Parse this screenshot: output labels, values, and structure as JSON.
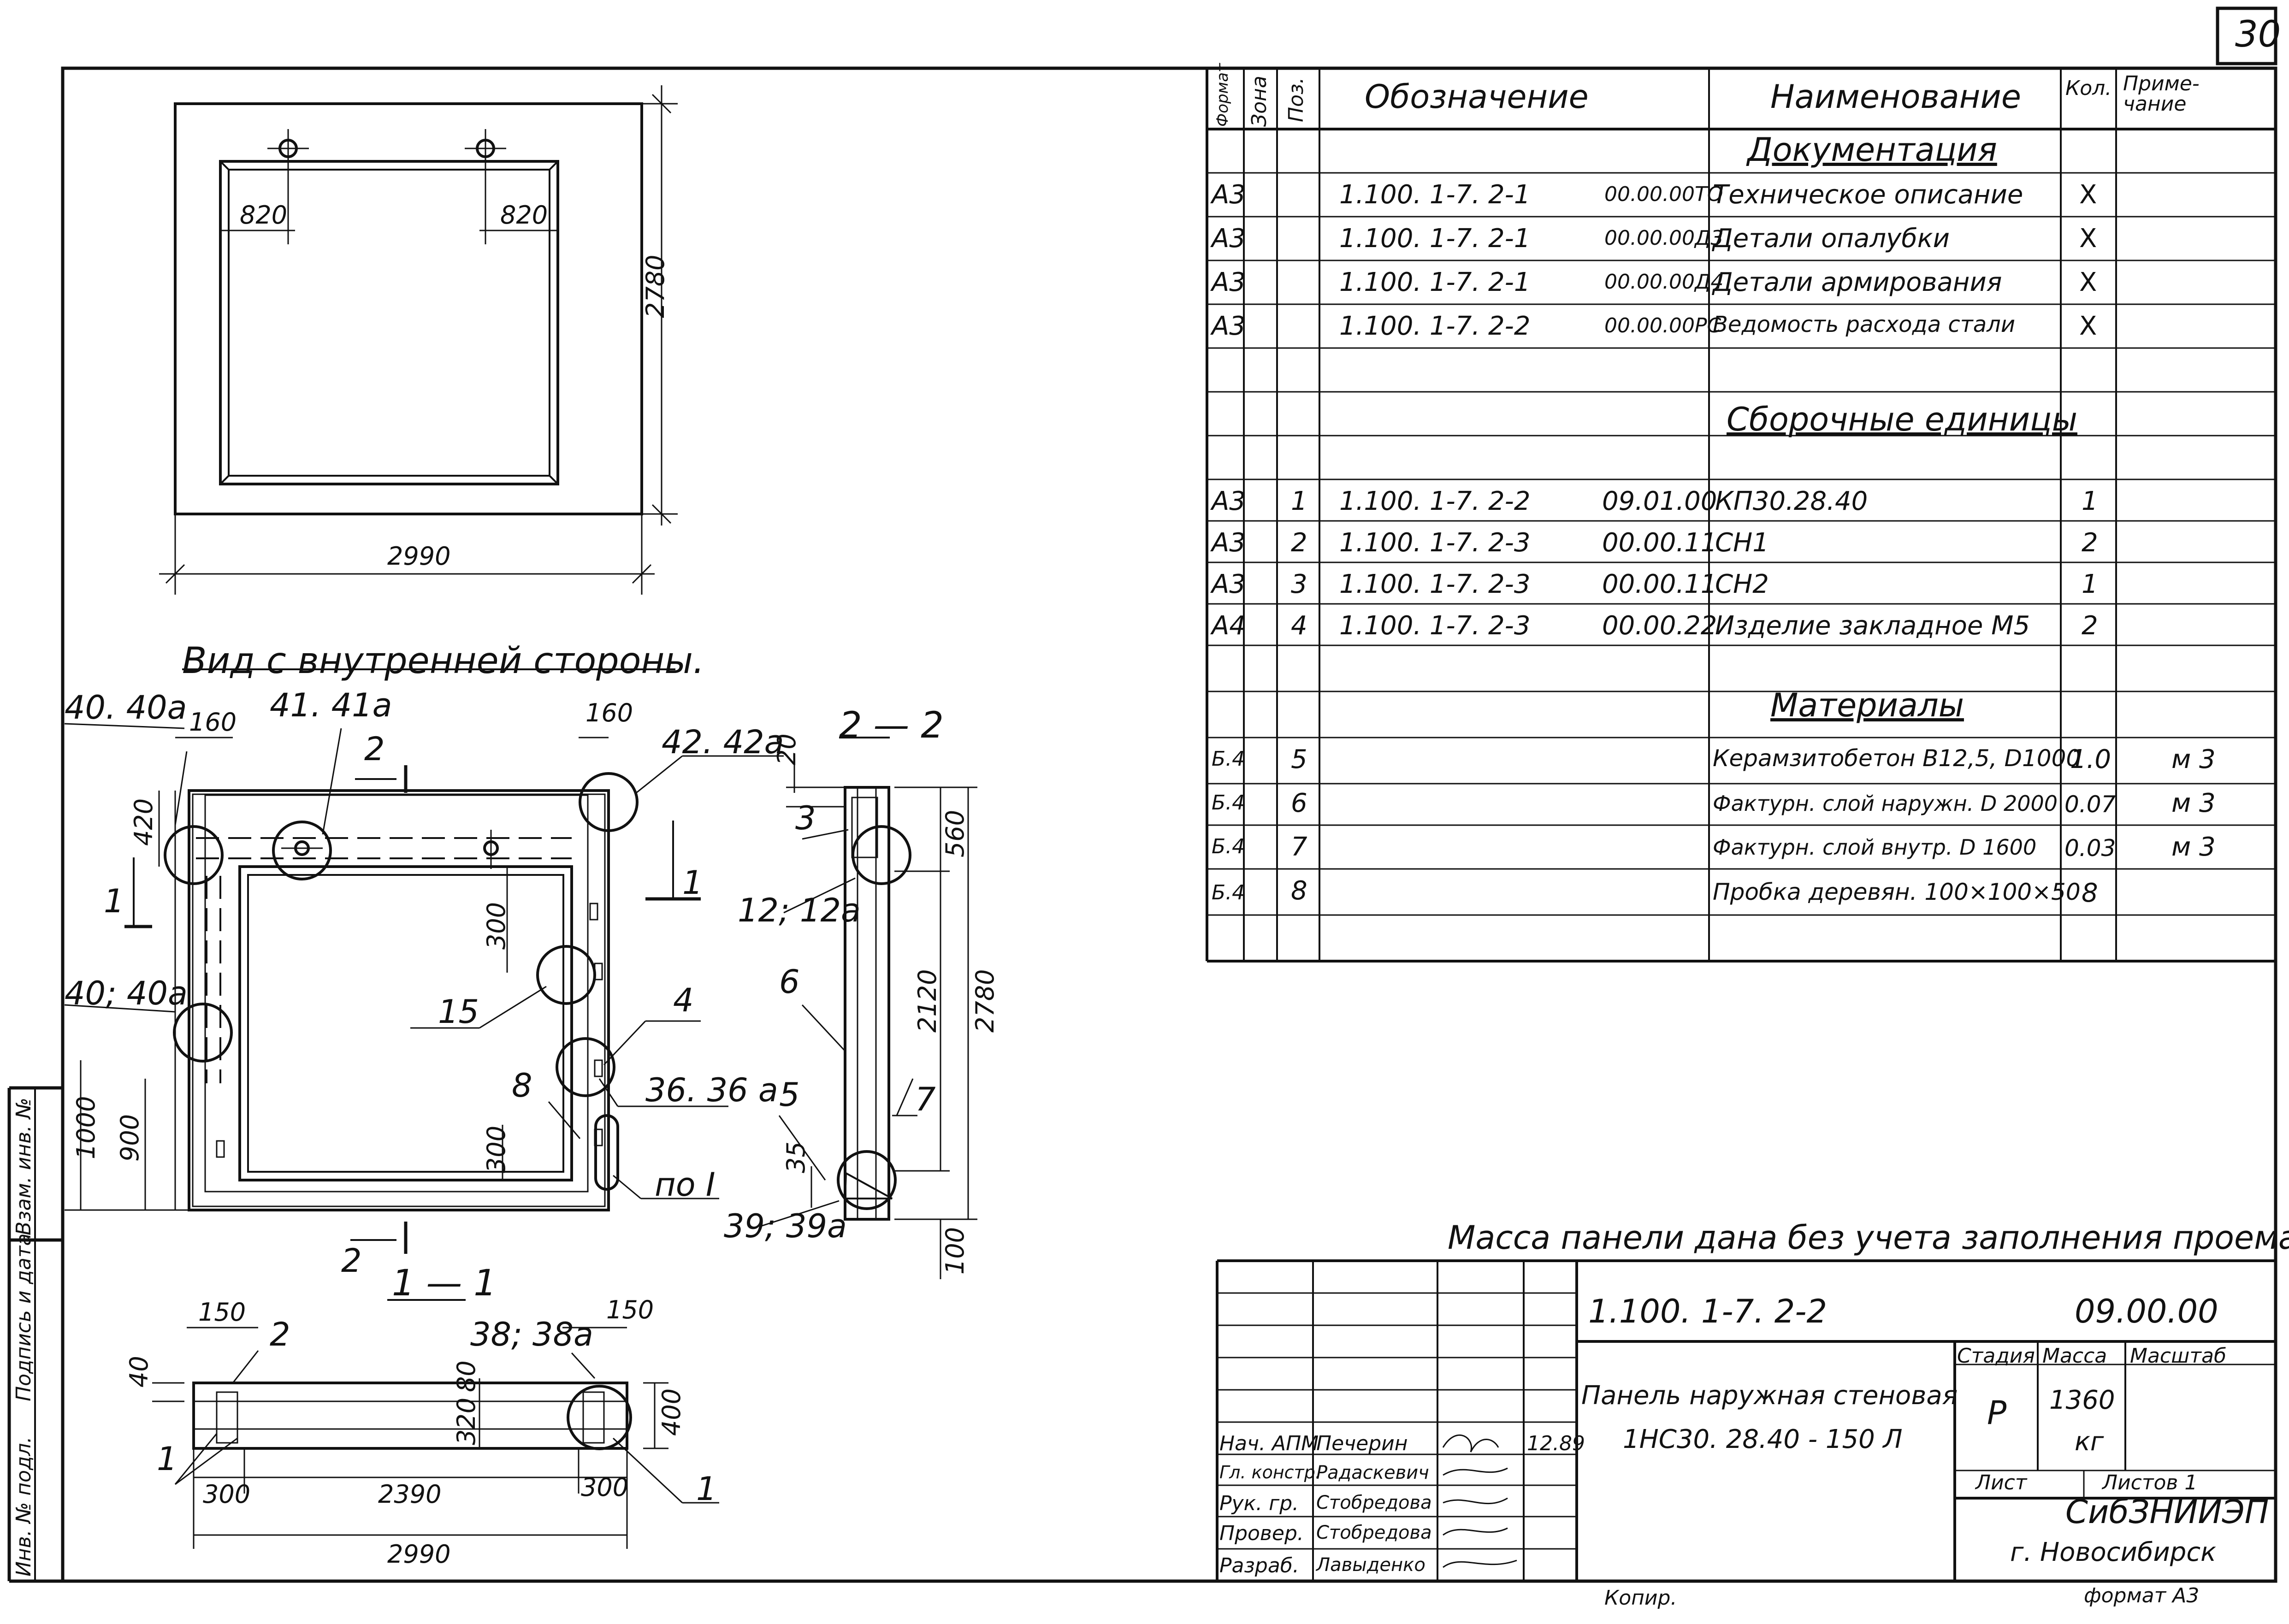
{
  "sheet": {
    "page_number": "30",
    "format": "формат А3",
    "copied": "Копир."
  },
  "views": {
    "inner_side_title": "Вид с внутренней стороны.",
    "section_1_1": "1 — 1",
    "section_2_2": "2 — 2",
    "note": "Масса панели дана без учета заполнения проема"
  },
  "top_view": {
    "dims": {
      "left_anchor": "820",
      "right_anchor": "820",
      "height": "2780",
      "width": "2990"
    }
  },
  "main_view": {
    "labels": {
      "n40_top": "40. 40а",
      "n41": "41. 41а",
      "n42": "42. 42а",
      "n40_mid": "40; 40а",
      "n15": "15",
      "n4": "4",
      "n8": "8",
      "n36": "36. 36 а",
      "n_po_i": "по I",
      "cut1": "1",
      "cut2_top": "2",
      "cut2_bottom": "2"
    },
    "dims": {
      "d160_left": "160",
      "d160_right": "160",
      "d420": "420",
      "d300_top": "300",
      "d300_bottom": "300",
      "d1000": "1000",
      "d900": "900"
    }
  },
  "section_2_2": {
    "labels": {
      "n3": "3",
      "n12": "12; 12а",
      "n6": "6",
      "n5": "5",
      "n7": "7",
      "n39": "39; 39а"
    },
    "dims": {
      "d20": "20",
      "d560": "560",
      "d2120": "2120",
      "d2780": "2780",
      "d35": "35",
      "d100": "100"
    }
  },
  "section_1_1": {
    "labels": {
      "n2": "2",
      "n38": "38; 38а",
      "n1_left": "1",
      "n1_right": "1"
    },
    "dims": {
      "d150_left": "150",
      "d150_right": "150",
      "d40": "40",
      "d80": "80",
      "d320": "320",
      "d400": "400",
      "d300_left": "300",
      "d2390": "2390",
      "d300_right": "300",
      "d2990": "2990"
    }
  },
  "spec_table": {
    "headers": {
      "format": "Формат",
      "zone": "Зона",
      "pos": "Поз.",
      "designation": "Обозначение",
      "name": "Наименование",
      "qty": "Кол.",
      "note": "Приме-чание"
    },
    "sections": {
      "documentation": "Документация",
      "assembly": "Сборочные единицы",
      "materials": "Материалы"
    },
    "doc_rows": [
      {
        "format": "А3",
        "pos": "",
        "designation": "1.100. 1-7. 2-1",
        "code": "00.00.00ТО",
        "name": "Техническое описание",
        "qty": "X",
        "note": ""
      },
      {
        "format": "А3",
        "pos": "",
        "designation": "1.100. 1-7. 2-1",
        "code": "00.00.00Д3",
        "name": "Детали опалубки",
        "qty": "X",
        "note": ""
      },
      {
        "format": "А3",
        "pos": "",
        "designation": "1.100. 1-7. 2-1",
        "code": "00.00.00Д4",
        "name": "Детали армирования",
        "qty": "X",
        "note": ""
      },
      {
        "format": "А3",
        "pos": "",
        "designation": "1.100. 1-7. 2-2",
        "code": "00.00.00РС",
        "name": "Ведомость расхода стали",
        "qty": "X",
        "note": ""
      }
    ],
    "assembly_rows": [
      {
        "format": "А3",
        "pos": "1",
        "designation": "1.100. 1-7. 2-2",
        "code": "09.01.00",
        "name": "КП30.28.40",
        "qty": "1",
        "note": ""
      },
      {
        "format": "А3",
        "pos": "2",
        "designation": "1.100. 1-7. 2-3",
        "code": "00.00.11",
        "name": "СН1",
        "qty": "2",
        "note": ""
      },
      {
        "format": "А3",
        "pos": "3",
        "designation": "1.100. 1-7. 2-3",
        "code": "00.00.11",
        "name": "СН2",
        "qty": "1",
        "note": ""
      },
      {
        "format": "А4",
        "pos": "4",
        "designation": "1.100. 1-7. 2-3",
        "code": "00.00.22",
        "name": "Изделие закладное М5",
        "qty": "2",
        "note": ""
      }
    ],
    "material_rows": [
      {
        "format": "Б.4",
        "pos": "5",
        "name": "Керамзитобетон В12,5, D1000",
        "qty": "1.0",
        "note": "м 3"
      },
      {
        "format": "Б.4",
        "pos": "6",
        "name": "Фактурн. слой наружн. D 2000",
        "qty": "0.07",
        "note": "м 3"
      },
      {
        "format": "Б.4",
        "pos": "7",
        "name": "Фактурн. слой внутр. D 1600",
        "qty": "0.03",
        "note": "м 3"
      },
      {
        "format": "Б.4",
        "pos": "8",
        "name": "Пробка деревян. 100×100×50",
        "qty": "8",
        "note": ""
      }
    ]
  },
  "title_block": {
    "designation": "1.100. 1-7. 2-2",
    "code": "09.00.00",
    "title_line1": "Панель наружная стеновая",
    "title_line2": "1НС30. 28.40 - 150 Л",
    "stage_label": "Стадия",
    "mass_label": "Масса",
    "scale_label": "Масштаб",
    "stage": "Р",
    "mass": "1360",
    "mass_unit": "кг",
    "sheet_label": "Лист",
    "sheets_label": "Листов 1",
    "org_line1": "СибЗНИИЭП",
    "org_line2": "г. Новосибирск",
    "date": "12.89",
    "people": [
      {
        "role": "Нач. АПМ",
        "name": "Печерин"
      },
      {
        "role": "Гл. констр.",
        "name": "Радаскевич"
      },
      {
        "role": "Рук. гр.",
        "name": "Стобредова"
      },
      {
        "role": "Провер.",
        "name": "Стобредова"
      },
      {
        "role": "Разраб.",
        "name": "Лавыденко"
      }
    ]
  },
  "side_stamp": {
    "inv": "Инв. № подл.",
    "sign": "Подпись и дата",
    "replace": "Взам. инв. №"
  }
}
